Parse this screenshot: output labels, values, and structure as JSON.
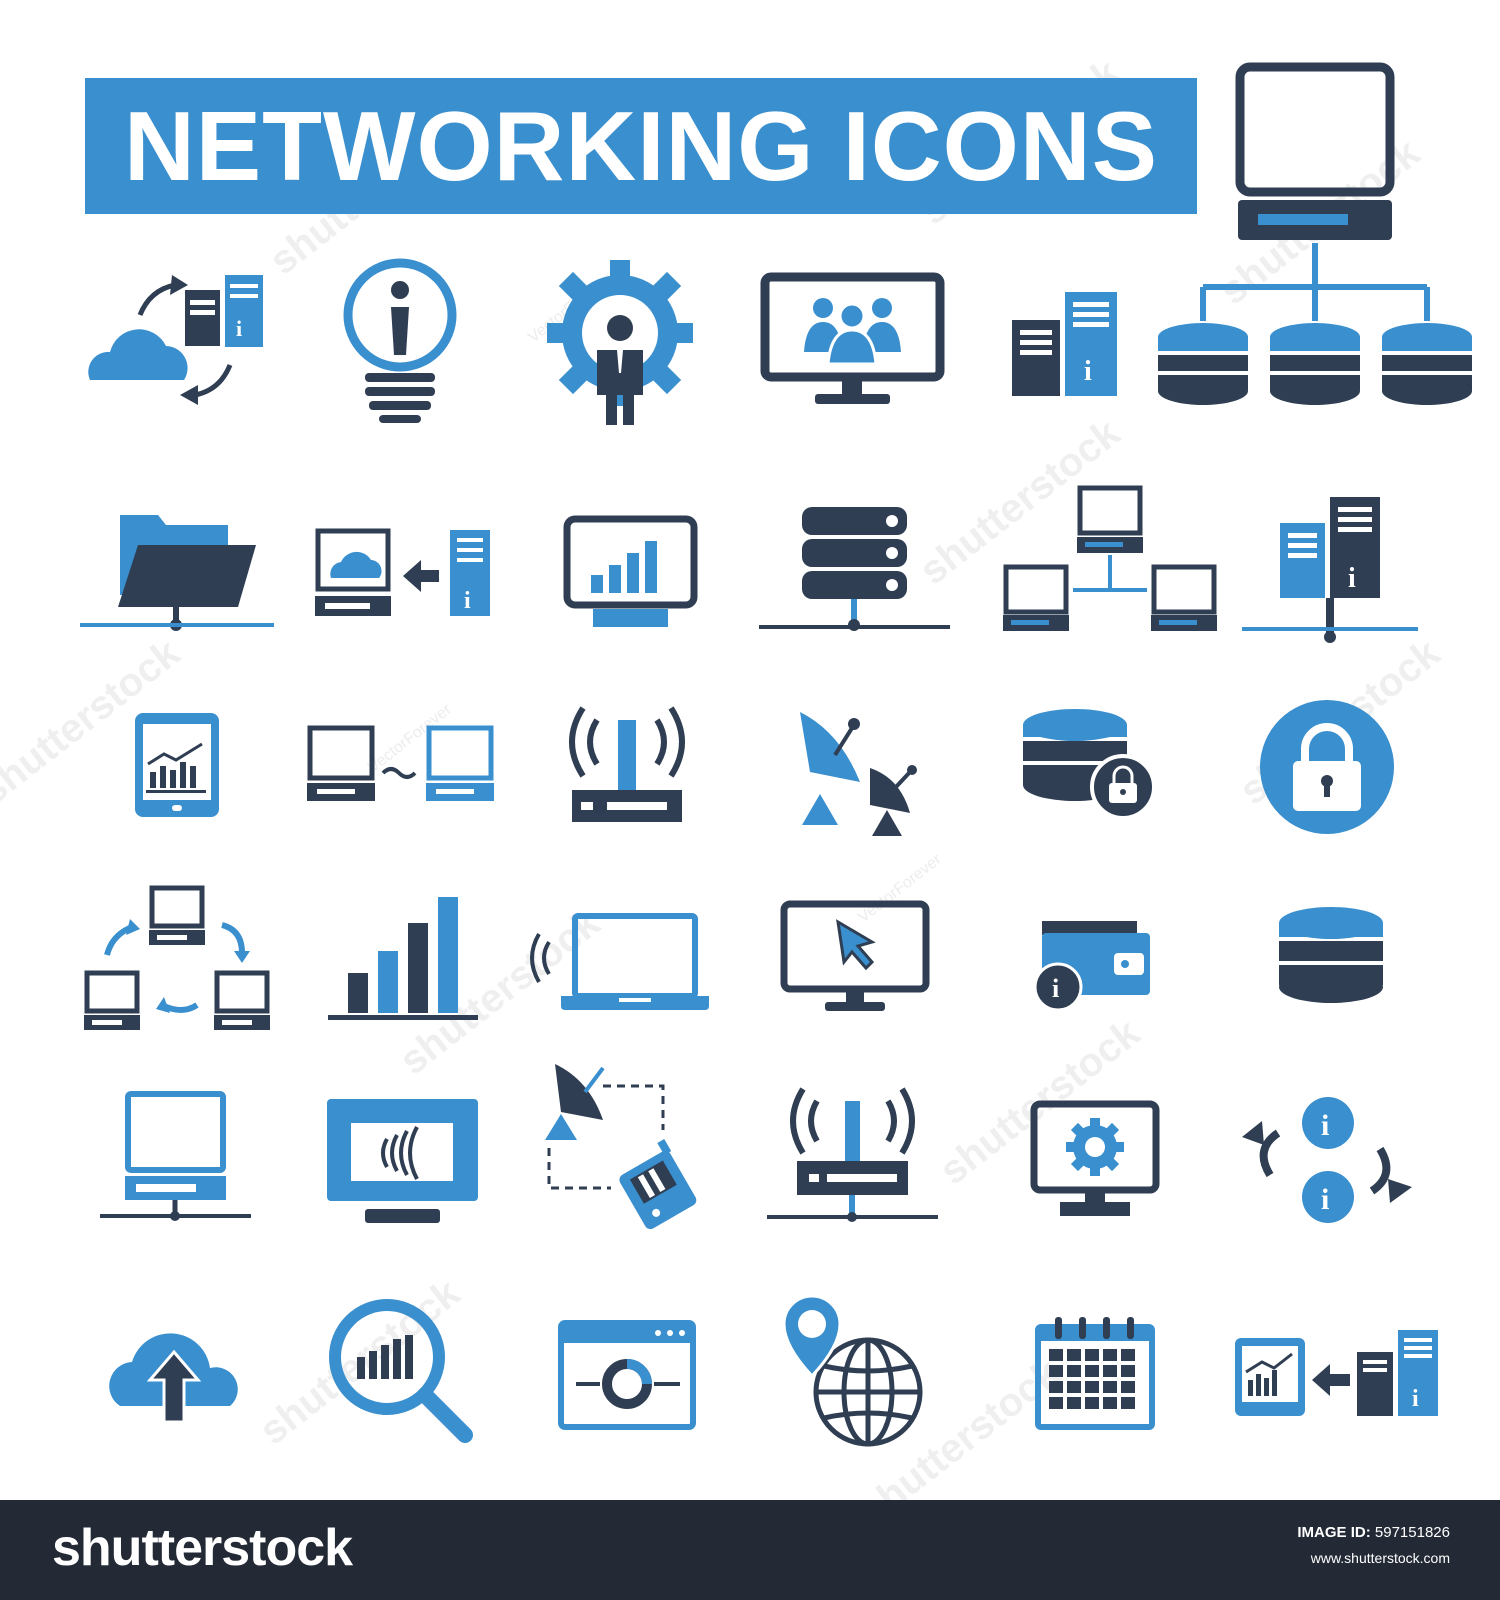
{
  "title": "NETWORKING ICONS",
  "colors": {
    "blue": "#3a8fcf",
    "dark": "#2f3e52",
    "footer": "#232a35",
    "white": "#ffffff"
  },
  "watermarks": {
    "brand": "shutterstock",
    "author": "VectorForever"
  },
  "footer": {
    "logo": "shutterstock",
    "image_id_label": "IMAGE ID:",
    "image_id": "597151826",
    "url": "www.shutterstock.com"
  },
  "icons": [
    "main-computer-network-icon",
    "cloud-server-sync-icon",
    "idea-bulb-info-icon",
    "gear-person-icon",
    "monitor-group-icon",
    "server-towers-icon",
    "database-network-icon",
    "network-folder-icon",
    "cloud-computer-transfer-icon",
    "monitor-chart-icon",
    "server-stack-network-icon",
    "computer-network-icon",
    "server-network-icon",
    "tablet-chart-icon",
    "computer-to-computer-icon",
    "wireless-router-icon",
    "satellite-dishes-icon",
    "database-lock-icon",
    "padlock-icon",
    "computer-cycle-icon",
    "bar-chart-icon",
    "laptop-wireless-icon",
    "monitor-cursor-icon",
    "wallet-info-icon",
    "database-icon",
    "network-computer-icon",
    "monitor-wireless-icon",
    "satellite-phone-icon",
    "router-network-icon",
    "monitor-gear-icon",
    "info-cycle-icon",
    "cloud-upload-icon",
    "magnifier-chart-icon",
    "browser-chart-icon",
    "globe-location-icon",
    "calendar-icon",
    "tablet-server-transfer-icon"
  ]
}
